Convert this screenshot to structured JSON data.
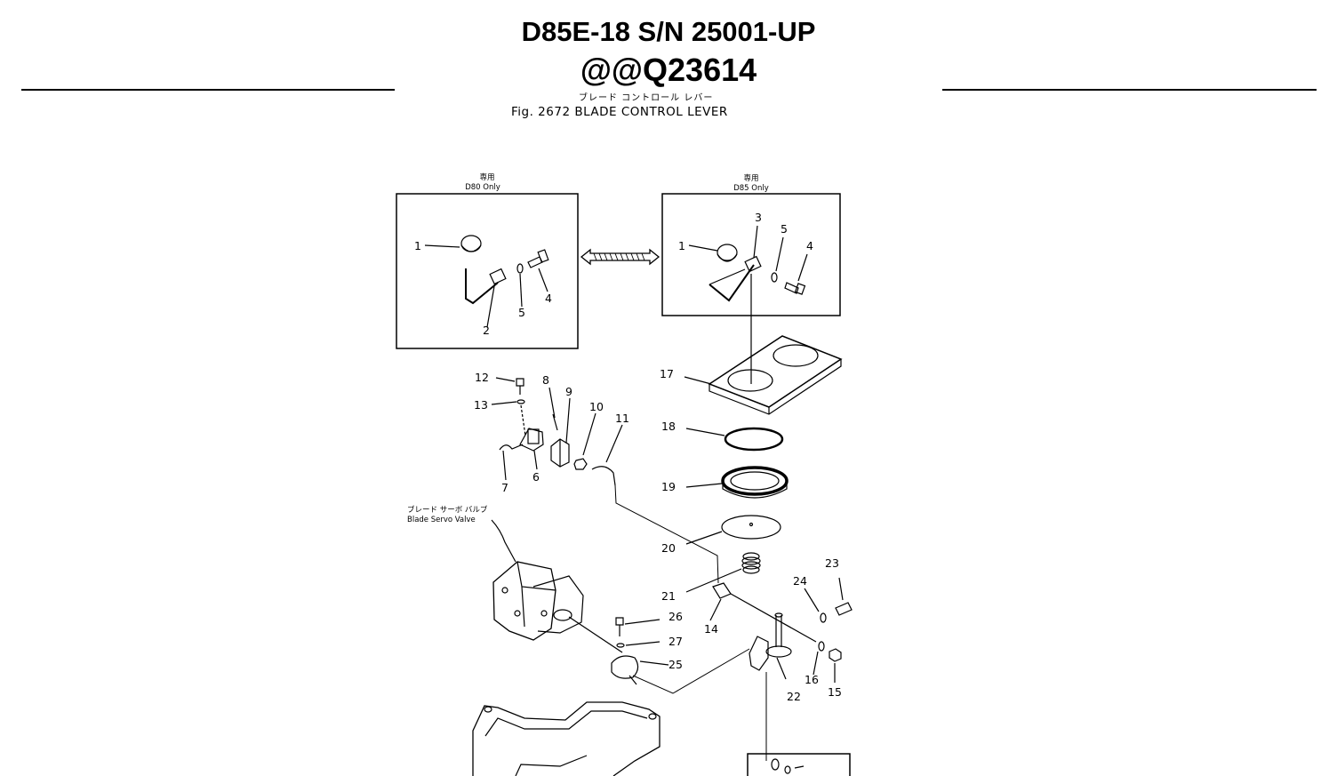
{
  "header": {
    "title": "D85E-18 S/N 25001-UP",
    "code": "@@Q23614",
    "jp_caption": "ブレード コントロール レバー",
    "fig_caption": "Fig. 2672 BLADE CONTROL LEVER"
  },
  "diagram": {
    "box_left_jp": "専用",
    "box_left_caption": "D80 Only",
    "box_right_jp": "専用",
    "box_right_caption": "D85 Only",
    "servo_valve_jp": "ブレード サーボ バルブ",
    "servo_valve_label": "Blade Servo Valve",
    "callouts": {
      "l1": "1",
      "l2": "2",
      "l4": "4",
      "l5": "5",
      "r1": "1",
      "r3": "3",
      "r4": "4",
      "r5": "5",
      "c6": "6",
      "c7": "7",
      "c8": "8",
      "c9": "9",
      "c10": "10",
      "c11": "11",
      "c12": "12",
      "c13": "13",
      "c14": "14",
      "c15": "15",
      "c16": "16",
      "c17": "17",
      "c18": "18",
      "c19": "19",
      "c20": "20",
      "c21": "21",
      "c22": "22",
      "c23": "23",
      "c24": "24",
      "c25": "25",
      "c26": "26",
      "c27": "27"
    }
  }
}
